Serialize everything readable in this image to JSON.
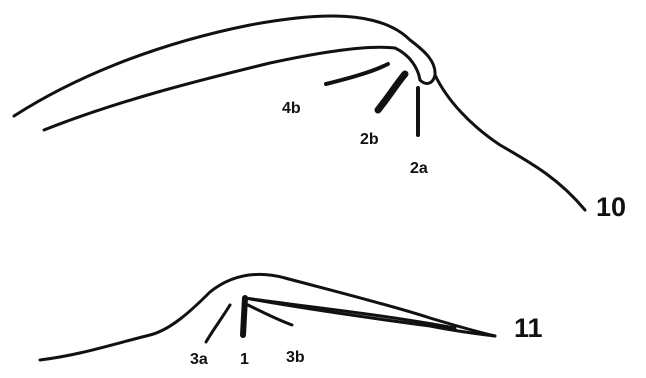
{
  "figures": [
    {
      "number": "10",
      "labels": {
        "l4b": "4b",
        "l2b": "2b",
        "l2a": "2a"
      }
    },
    {
      "number": "11",
      "labels": {
        "l3a": "3a",
        "l1": "1",
        "l3b": "3b"
      }
    }
  ],
  "colors": {
    "ink": "#111111",
    "paper": "#ffffff"
  }
}
